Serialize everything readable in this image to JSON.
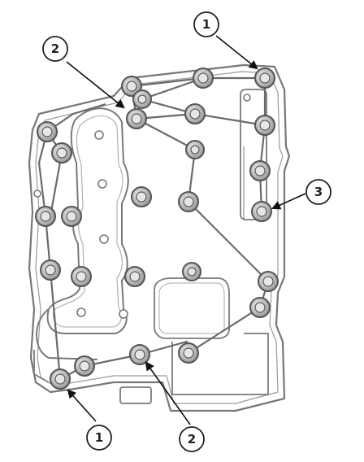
{
  "diagram": {
    "line_color": "#6a6a6a",
    "bolt_fill": "#d9d9d9",
    "callouts": [
      {
        "id": "callout-1-top",
        "label": "1"
      },
      {
        "id": "callout-2-top",
        "label": "2"
      },
      {
        "id": "callout-3-right",
        "label": "3"
      },
      {
        "id": "callout-1-bottom",
        "label": "1"
      },
      {
        "id": "callout-2-bottom",
        "label": "2"
      }
    ]
  }
}
